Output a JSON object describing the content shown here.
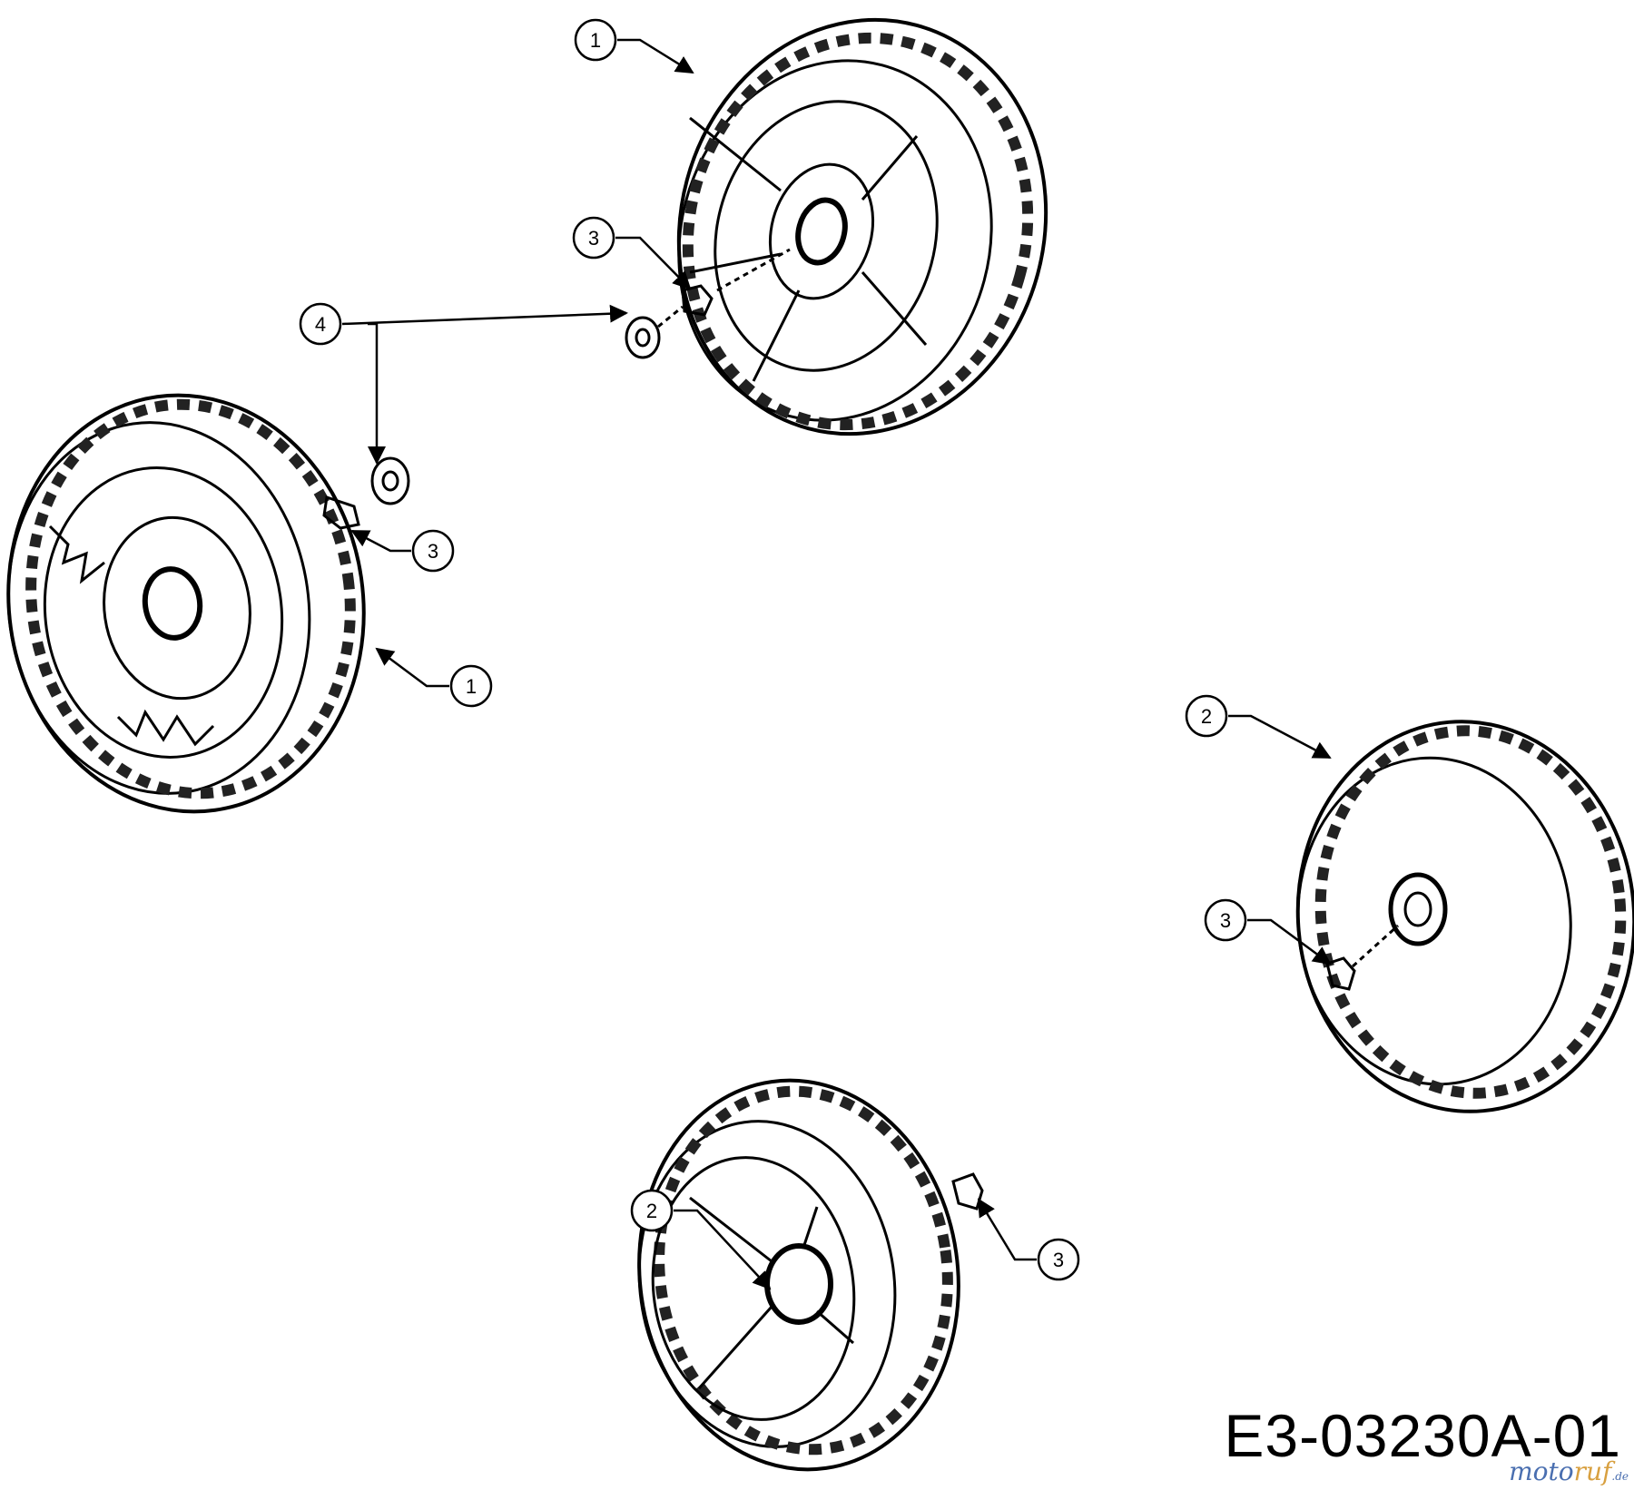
{
  "drawing": {
    "code": "E3-03230A-01",
    "callouts": [
      {
        "id": "c1-top",
        "label": "1"
      },
      {
        "id": "c3-top",
        "label": "3"
      },
      {
        "id": "c4",
        "label": "4"
      },
      {
        "id": "c3-left",
        "label": "3"
      },
      {
        "id": "c1-left",
        "label": "1"
      },
      {
        "id": "c2-right",
        "label": "2"
      },
      {
        "id": "c3-right",
        "label": "3"
      },
      {
        "id": "c2-bottom",
        "label": "2"
      },
      {
        "id": "c3-bottom",
        "label": "3"
      }
    ]
  },
  "watermark": {
    "part_a": "moto",
    "part_b": "ruf",
    "part_c": ".de"
  }
}
